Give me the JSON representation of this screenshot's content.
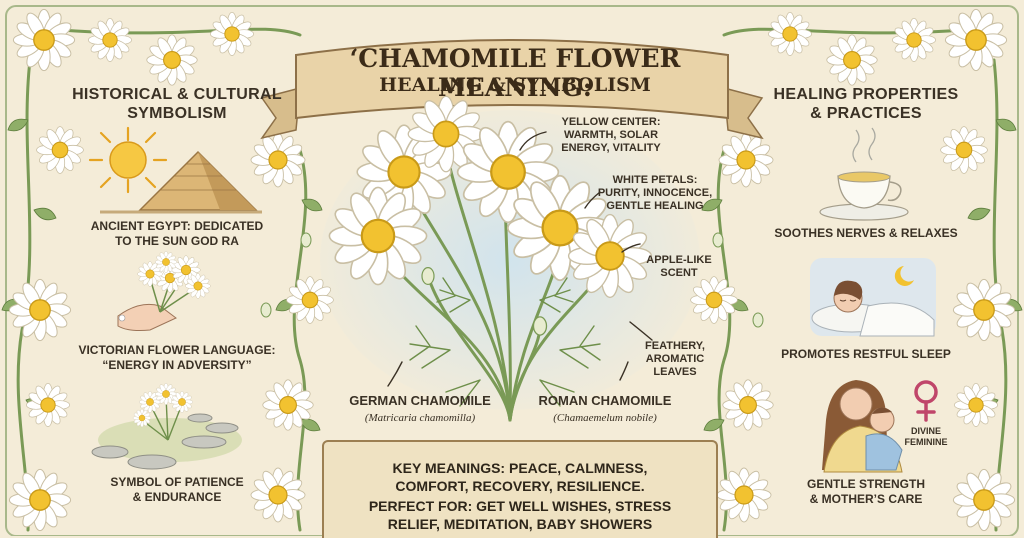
{
  "title": {
    "line1": "‘CHAMOMILE FLOWER MEANING:",
    "line2": "HEALING & SYMBOLISM"
  },
  "left_panel": {
    "heading_line1": "HISTORICAL & CULTURAL",
    "heading_line2": "SYMBOLISM",
    "egypt_line1": "ANCIENT EGYPT: DEDICATED",
    "egypt_line2": "TO THE SUN GOD RA",
    "victorian_line1": "VICTORIAN FLOWER LANGUAGE:",
    "victorian_line2": "“ENERGY IN ADVERSITY”",
    "patience_line1": "SYMBOL OF PATIENCE",
    "patience_line2": "& ENDURANCE"
  },
  "center": {
    "yellow_line1": "YELLOW CENTER:",
    "yellow_line2": "WARMTH, SOLAR",
    "yellow_line3": "ENERGY, VITALITY",
    "white_line1": "WHITE PETALS:",
    "white_line2": "PURITY, INNOCENCE,",
    "white_line3": "GENTLE HEALING",
    "apple_line1": "APPLE-LIKE",
    "apple_line2": "SCENT",
    "feathery_line1": "FEATHERY,",
    "feathery_line2": "AROMATIC",
    "feathery_line3": "LEAVES",
    "german_name": "GERMAN CHAMOMILE",
    "german_latin": "(Matricaria chamomilla)",
    "roman_name": "ROMAN CHAMOMILE",
    "roman_latin": "(Chamaemelum nobile)"
  },
  "key_box": {
    "label1": "KEY MEANINGS:",
    "text1a": "PEACE, CALMNESS,",
    "text1b": "COMFORT, RECOVERY, RESILIENCE.",
    "label2": "PERFECT FOR:",
    "text2a": "GET WELL WISHES, STRESS",
    "text2b": "RELIEF, MEDITATION, BABY SHOWERS"
  },
  "right_panel": {
    "heading_line1": "HEALING PROPERTIES",
    "heading_line2": "& PRACTICES",
    "soothes": "SOOTHES NERVES & RELAXES",
    "sleep": "PROMOTES RESTFUL SLEEP",
    "divine_line1": "DIVINE",
    "divine_line2": "FEMININE",
    "strength_line1": "GENTLE STRENGTH",
    "strength_line2": "& MOTHER’S CARE"
  },
  "colors": {
    "background": "#f4ecd8",
    "banner": "#e9d3a8",
    "petal": "#ffffff",
    "flower_center": "#f2c230",
    "stem": "#7a9a56",
    "female_symbol": "#c0466a"
  },
  "icons": [
    "sun-icon",
    "pyramid-icon",
    "bouquet-icon",
    "stepping-stones-icon",
    "tea-cup-icon",
    "moon-icon",
    "sleeping-woman-icon",
    "mother-child-icon",
    "female-symbol-icon",
    "chamomile-flower-icon"
  ]
}
